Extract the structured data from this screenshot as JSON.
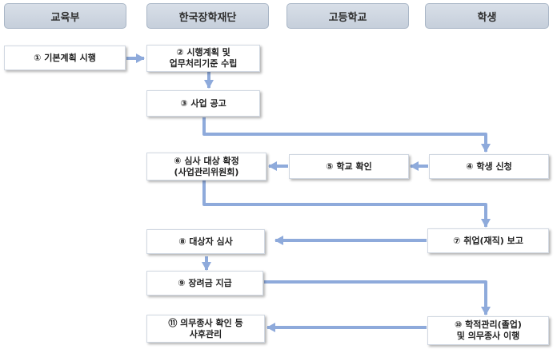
{
  "columns": [
    "교육부",
    "한국장학재단",
    "고등학교",
    "학생"
  ],
  "steps": {
    "s1": "① 기본계획 시행",
    "s2_line1": "② 시행계획 및",
    "s2_line2": "업무처리기준 수립",
    "s3": "③ 사업 공고",
    "s4": "④ 학생 신청",
    "s5": "⑤ 학교 확인",
    "s6_line1": "⑥ 심사 대상 확정",
    "s6_line2": "(사업관리위원회)",
    "s7": "⑦ 취업(재직) 보고",
    "s8": "⑧ 대상자 심사",
    "s9": "⑨ 장려금 지급",
    "s10_line1": "⑩ 학적관리(졸업)",
    "s10_line2": "및 의무종사 이행",
    "s11_line1": "⑪ 의무종사 확인 등",
    "s11_line2": "사후관리"
  },
  "colors": {
    "arrow": "#8eaadb",
    "header_bg": "#cfd7e2"
  }
}
